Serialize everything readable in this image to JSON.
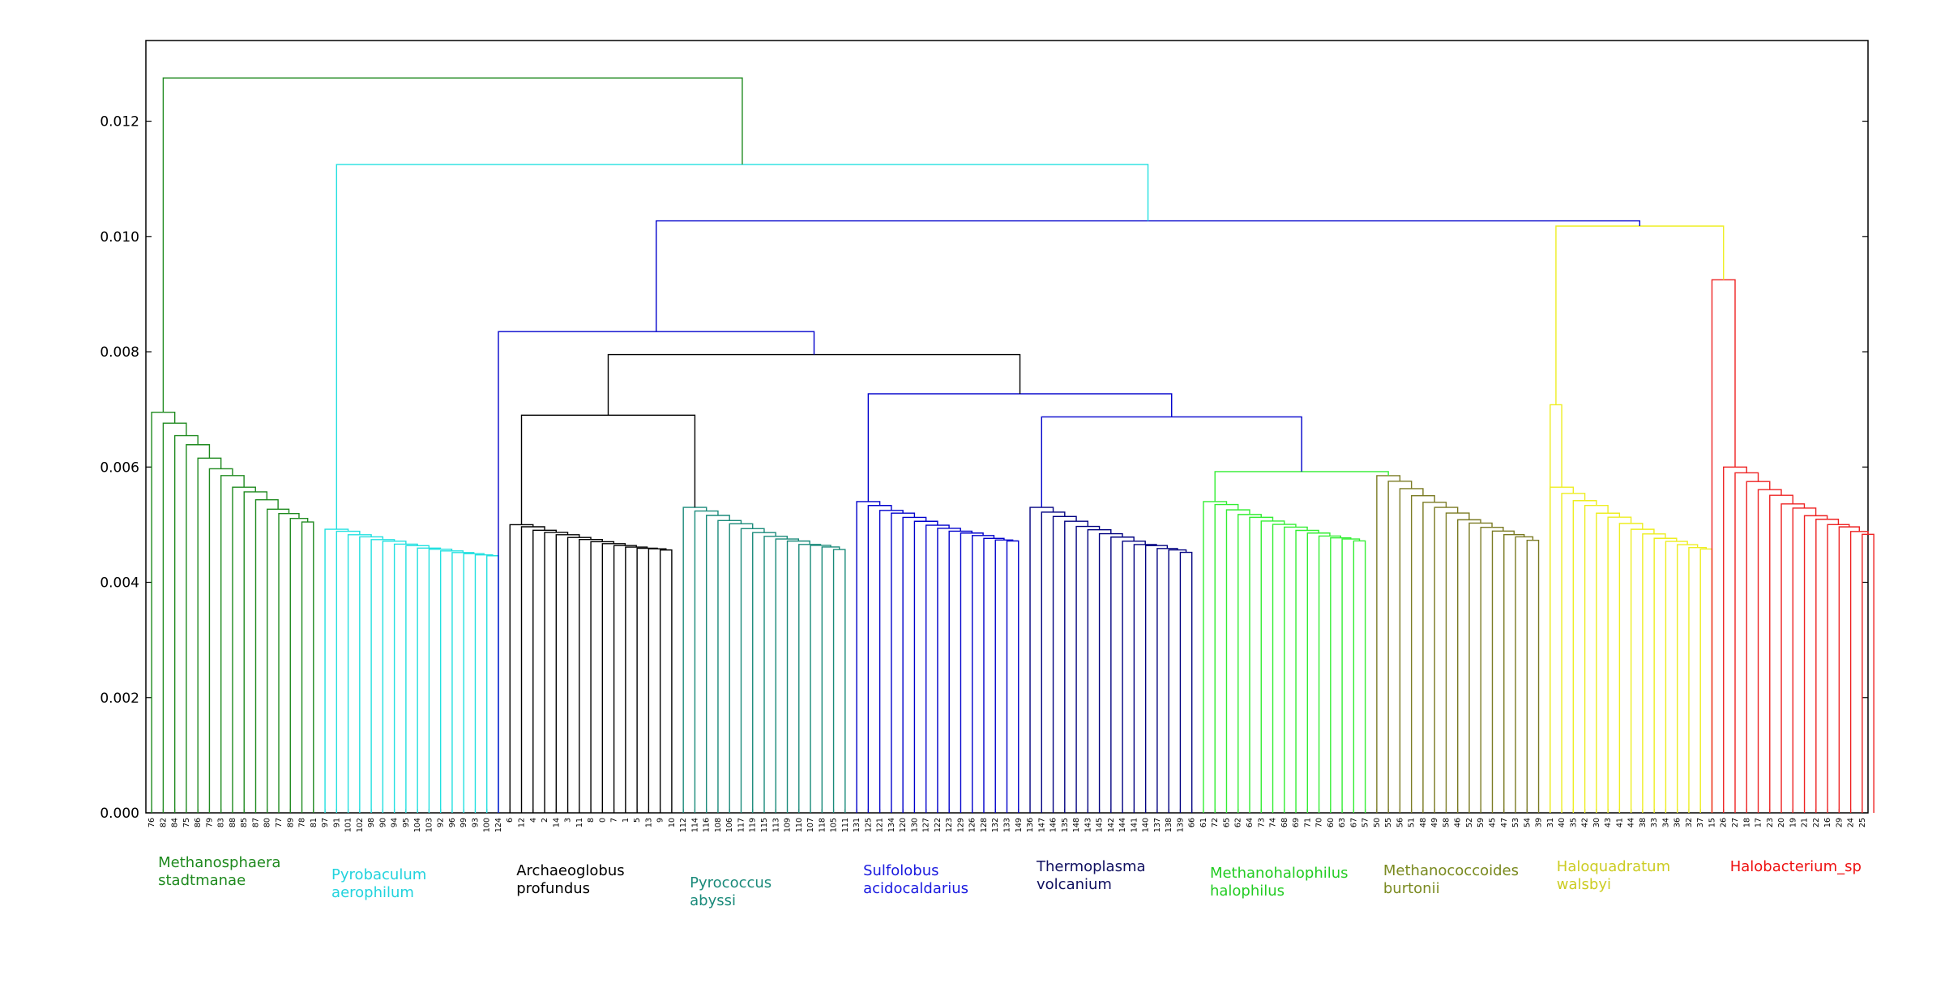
{
  "chart_data": {
    "type": "dendrogram",
    "title": "",
    "xlabel": "",
    "ylabel": "",
    "ylim": [
      0,
      0.0134
    ],
    "yticks": [
      "0.000",
      "0.002",
      "0.004",
      "0.006",
      "0.008",
      "0.010",
      "0.012"
    ],
    "grid": false,
    "leaf_order": [
      "76",
      "82",
      "84",
      "75",
      "86",
      "79",
      "83",
      "88",
      "85",
      "87",
      "80",
      "77",
      "89",
      "78",
      "81",
      "97",
      "91",
      "101",
      "102",
      "98",
      "90",
      "94",
      "95",
      "104",
      "103",
      "92",
      "96",
      "99",
      "93",
      "100",
      "124",
      "6",
      "12",
      "4",
      "2",
      "14",
      "3",
      "11",
      "8",
      "0",
      "7",
      "1",
      "5",
      "13",
      "9",
      "10",
      "112",
      "114",
      "116",
      "108",
      "106",
      "117",
      "119",
      "115",
      "113",
      "109",
      "110",
      "107",
      "118",
      "105",
      "111",
      "131",
      "125",
      "121",
      "134",
      "120",
      "130",
      "127",
      "122",
      "123",
      "129",
      "126",
      "128",
      "132",
      "133",
      "149",
      "136",
      "147",
      "146",
      "135",
      "148",
      "143",
      "145",
      "142",
      "144",
      "141",
      "140",
      "137",
      "138",
      "139",
      "66",
      "61",
      "72",
      "65",
      "62",
      "64",
      "73",
      "74",
      "68",
      "69",
      "71",
      "70",
      "60",
      "63",
      "67",
      "57",
      "50",
      "55",
      "56",
      "51",
      "48",
      "49",
      "58",
      "46",
      "52",
      "59",
      "45",
      "47",
      "53",
      "54",
      "39",
      "31",
      "40",
      "35",
      "42",
      "30",
      "43",
      "41",
      "44",
      "38",
      "33",
      "34",
      "36",
      "32",
      "37",
      "15",
      "26",
      "27",
      "18",
      "17",
      "23",
      "20",
      "19",
      "21",
      "22",
      "16",
      "29",
      "24",
      "25"
    ],
    "clusters": [
      {
        "label": [
          "Methanosphaera",
          "stadtmanae"
        ],
        "color": "#1f8a1f",
        "leaves": [
          0,
          15
        ]
      },
      {
        "label": [
          "Pyrobaculum",
          "aerophilum"
        ],
        "color": "#22d3dd",
        "leaves": [
          15,
          31
        ]
      },
      {
        "label": [
          "Archaeoglobus",
          "profundus"
        ],
        "color": "#000000",
        "leaves": [
          31,
          46
        ]
      },
      {
        "label": [
          "Pyrococcus",
          "abyssi"
        ],
        "color": "#1a8a7a",
        "leaves": [
          46,
          61
        ]
      },
      {
        "label": [
          "Sulfolobus",
          "acidocaldarius"
        ],
        "color": "#1a1adf",
        "leaves": [
          61,
          76
        ]
      },
      {
        "label": [
          "Thermoplasma",
          "volcanium"
        ],
        "color": "#101060",
        "leaves": [
          76,
          91
        ]
      },
      {
        "label": [
          "Methanohalophilus",
          "halophilus"
        ],
        "color": "#22cc22",
        "leaves": [
          91,
          106
        ]
      },
      {
        "label": [
          "Methanococcoides",
          "burtonii"
        ],
        "color": "#7a8a20",
        "leaves": [
          106,
          121
        ]
      },
      {
        "label": [
          "Haloquadratum",
          "walsbyi"
        ],
        "color": "#cccc22",
        "leaves": [
          121,
          136
        ]
      },
      {
        "label": [
          "Halobacterium_sp"
        ],
        "color": "#ee1111",
        "leaves": [
          136,
          150
        ]
      }
    ],
    "link_colors": {
      "methanosphaera": "#1f8a1f",
      "pyrobaculum": "#22e0e0",
      "archaeoglobus": "#000000",
      "pyrococcus": "#1a8a7a",
      "blue_links": "#0000cc",
      "thermoplasma": "#000080",
      "methanohalophilus": "#33ee33",
      "methanococcoides": "#7a7a22",
      "haloquadratum": "#eeee22",
      "halobacterium": "#ee2222"
    },
    "merge_heights": {
      "root": 0.01275,
      "pyrobaculum_join": 0.01125,
      "blue_top": 0.01027,
      "halo_pair": 0.01018,
      "halobacterium_top": 0.00925,
      "blue_mid": 0.00835,
      "black_mid": 0.00795,
      "sulfo_thermo_metha": 0.00727,
      "haloquadratum_top": 0.00708,
      "methanosphaera_top": 0.00695,
      "archaeo_pyro": 0.0069,
      "thermo_metha": 0.00687,
      "methanohalo_burtonii": 0.00592
    }
  }
}
